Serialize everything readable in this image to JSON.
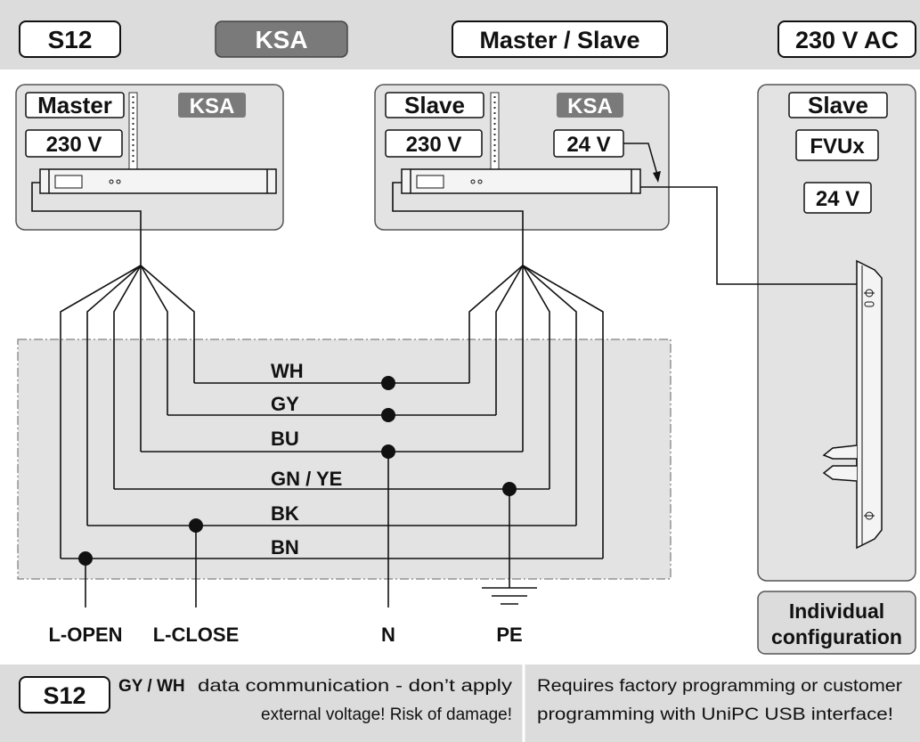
{
  "header": {
    "code": "S12",
    "product": "KSA",
    "mode": "Master / Slave",
    "voltage": "230 V AC"
  },
  "master_unit": {
    "role": "Master",
    "type": "KSA",
    "voltage": "230 V"
  },
  "slave_unit": {
    "role": "Slave",
    "type": "KSA",
    "voltage_main": "230 V",
    "voltage_aux": "24 V"
  },
  "fvux_unit": {
    "role": "Slave",
    "type": "FVUx",
    "voltage": "24 V",
    "note_line1": "Individual",
    "note_line2": "configuration"
  },
  "wires": [
    "WH",
    "GY",
    "BU",
    "GN / YE",
    "BK",
    "BN"
  ],
  "terminals": [
    "L-OPEN",
    "L-CLOSE",
    "N",
    "PE"
  ],
  "footer": {
    "code": "S12",
    "warning_key": "GY / WH",
    "warning_line1": "data communication - don’t apply",
    "warning_line2": "external voltage! Risk of damage!",
    "note_line1": "Requires factory programming or customer",
    "note_line2": "programming with UniPC USB interface!"
  },
  "colors": {
    "header_bg": "#dcdcdc",
    "panel_bg": "#e3e3e3",
    "dark_label": "#7a7a7a",
    "wire": "#111111"
  }
}
